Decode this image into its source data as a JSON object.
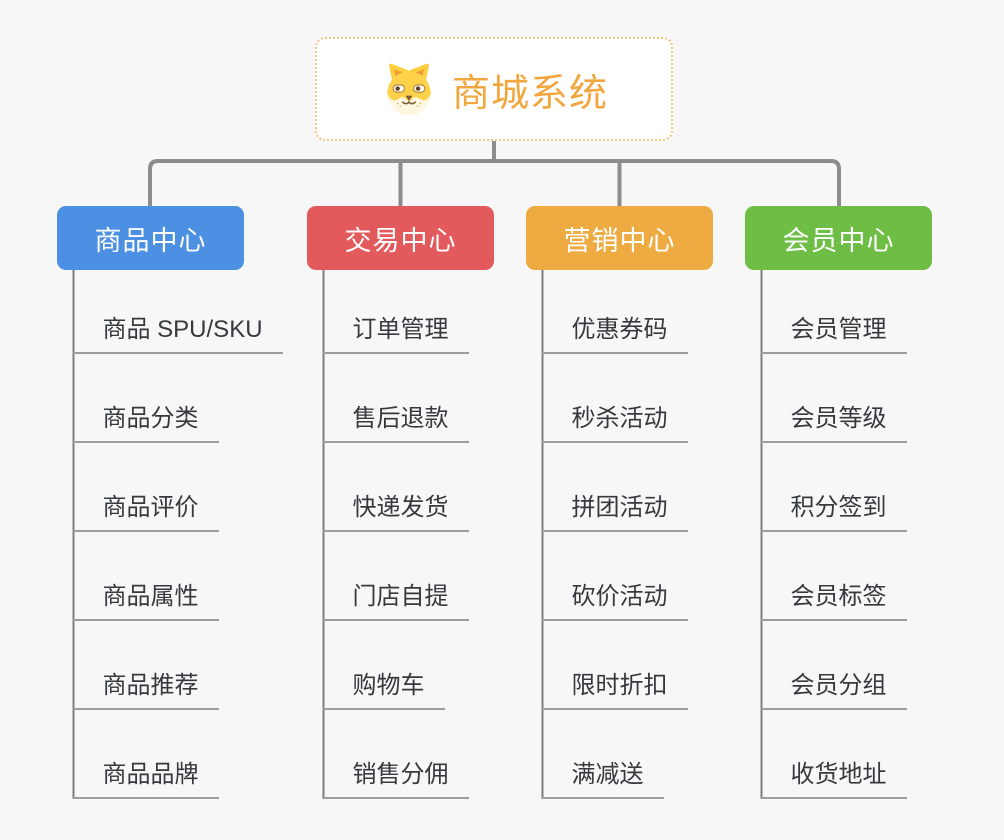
{
  "page": {
    "background_color": "#f7f7f7"
  },
  "root": {
    "title": "商城系统",
    "icon": "doge-face-icon",
    "title_color": "#f2a63e",
    "border_color": "#f3c57f"
  },
  "connector_colors": {
    "level1_line": "#8c8c8c",
    "branch_trunk": "#7a7c7f",
    "leaf_underline": "#9b9da0"
  },
  "branches": [
    {
      "label": "商品中心",
      "color": "#4b90e2",
      "children": [
        "商品 SPU/SKU",
        "商品分类",
        "商品评价",
        "商品属性",
        "商品推荐",
        "商品品牌"
      ]
    },
    {
      "label": "交易中心",
      "color": "#e25a5b",
      "children": [
        "订单管理",
        "售后退款",
        "快递发货",
        "门店自提",
        "购物车",
        "销售分佣"
      ]
    },
    {
      "label": "营销中心",
      "color": "#edab41",
      "children": [
        "优惠券码",
        "秒杀活动",
        "拼团活动",
        "砍价活动",
        "限时折扣",
        "满减送"
      ]
    },
    {
      "label": "会员中心",
      "color": "#6ebe46",
      "children": [
        "会员管理",
        "会员等级",
        "积分签到",
        "会员标签",
        "会员分组",
        "收货地址"
      ]
    }
  ]
}
